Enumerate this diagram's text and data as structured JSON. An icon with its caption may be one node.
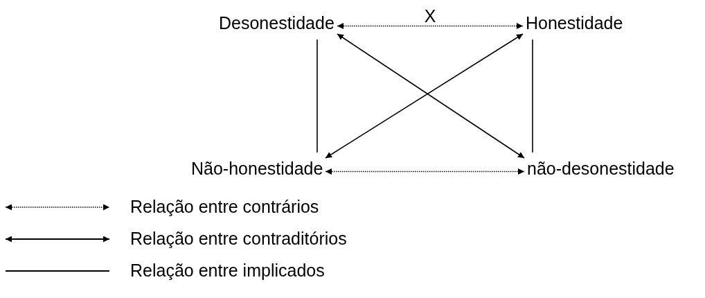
{
  "diagram": {
    "nodes": [
      {
        "text": [
          "Desonestidade"
        ]
      },
      {
        "text": [
          "Honestidade"
        ]
      },
      {
        "text": [
          "Não-honestidade"
        ]
      },
      {
        "text": [
          "não-desonestidade"
        ]
      }
    ],
    "edges": [
      {
        "from": 0,
        "to": 1,
        "arrow": "both",
        "style": "dashed",
        "label": "X"
      },
      {
        "from": 0,
        "to": 3,
        "arrow": "both"
      },
      {
        "from": 1,
        "to": 2,
        "arrow": "both"
      },
      {
        "from": 0,
        "to": 2,
        "arrow": "none"
      },
      {
        "from": 1,
        "to": 3,
        "arrow": "none"
      },
      {
        "from": 2,
        "to": 3,
        "arrow": "both",
        "style": "dashed"
      }
    ],
    "legend": [
      {
        "text": "Relação entre contrários"
      },
      {
        "text": "Relação entre contraditórios"
      },
      {
        "text": "Relação entre implicados"
      }
    ]
  }
}
